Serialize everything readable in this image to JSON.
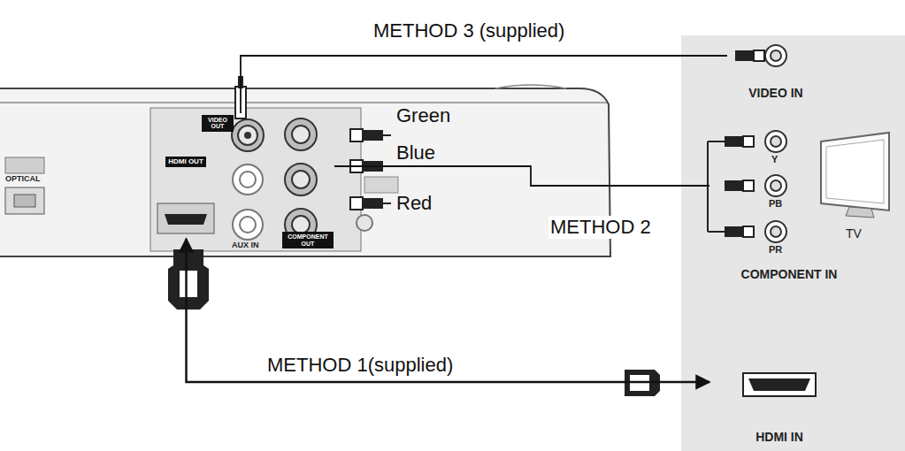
{
  "diagram": {
    "nodes": [
      {
        "text": [
          "VIDEO OUT"
        ]
      },
      {
        "text": [
          "HDMI OUT"
        ]
      },
      {
        "text": [
          "COMPONENT OUT"
        ]
      },
      {
        "text": [
          "VIDEO IN"
        ]
      },
      {
        "text": [
          "COMPONENT IN"
        ]
      },
      {
        "text": [
          "HDMI IN"
        ]
      }
    ],
    "edges": [
      {
        "from": 0,
        "to": 3,
        "arrow": "none",
        "label": "METHOD 3 (supplied)"
      },
      {
        "from": 2,
        "to": 4,
        "arrow": "none",
        "label": "METHOD 2"
      },
      {
        "from": 1,
        "to": 5,
        "arrow": "both",
        "label": "METHOD 1(supplied)"
      }
    ],
    "labels": [
      "OPTICAL",
      "AUX IN",
      "Green",
      "Blue",
      "Red",
      "Y",
      "PB",
      "PR",
      "TV"
    ]
  }
}
